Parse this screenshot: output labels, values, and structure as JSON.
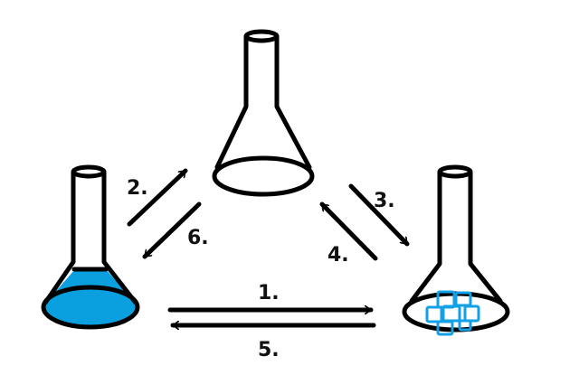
{
  "colors": {
    "liquid": "#0aa0e0",
    "ice": "#12a0e6",
    "outline": "#000000"
  },
  "flasks": [
    {
      "id": "top",
      "state": "empty"
    },
    {
      "id": "left",
      "state": "liquid"
    },
    {
      "id": "right",
      "state": "solid"
    }
  ],
  "labels": {
    "a1": "1.",
    "a2": "2.",
    "a3": "3.",
    "a4": "4.",
    "a5": "5.",
    "a6": "6."
  }
}
